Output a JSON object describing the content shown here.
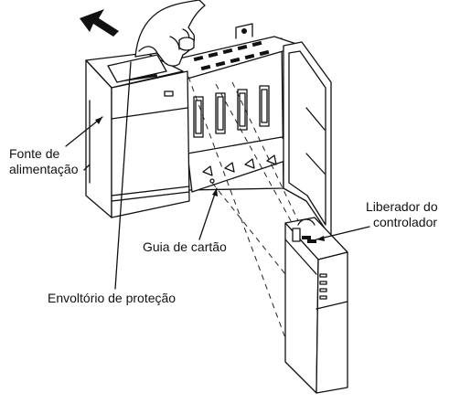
{
  "labels": {
    "power_supply": [
      "Fonte de",
      "alimentação"
    ],
    "card_guide": "Guia de cartão",
    "protective_wrap": "Envoltório de proteção",
    "controller_release": [
      "Liberador do",
      "controlador"
    ]
  },
  "icons": {
    "direction_arrow": "arrow-up-left-icon",
    "hand": "hand-icon"
  },
  "colors": {
    "line": "#111111",
    "background": "#ffffff"
  }
}
